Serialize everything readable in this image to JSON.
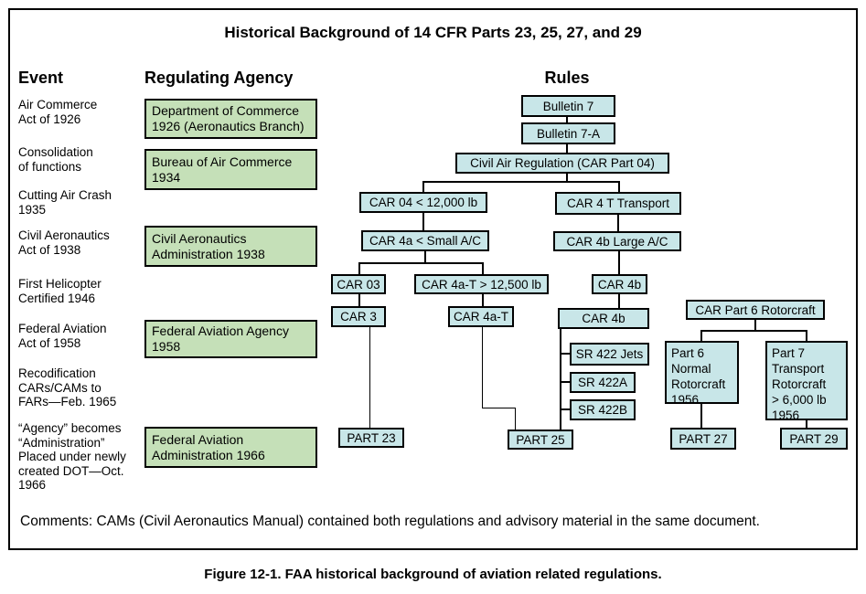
{
  "title": "Historical Background of 14 CFR Parts 23, 25, 27, and 29",
  "headers": {
    "event": "Event",
    "agency": "Regulating Agency",
    "rules": "Rules"
  },
  "events": [
    "Air Commerce\nAct of 1926",
    "Consolidation\nof functions",
    "Cutting Air Crash\n1935",
    "Civil Aeronautics\nAct of 1938",
    "First Helicopter\nCertified 1946",
    "Federal Aviation\nAct of 1958",
    "Recodification\nCARs/CAMs to\nFARs—Feb. 1965",
    "“Agency” becomes\n“Administration”\nPlaced under newly\ncreated DOT—Oct.\n1966"
  ],
  "agencies": [
    "Department of Commerce\n1926 (Aeronautics Branch)",
    "Bureau of Air Commerce\n1934",
    "Civil Aeronautics\nAdministration 1938",
    "Federal Aviation Agency\n1958",
    "Federal Aviation\nAdministration 1966"
  ],
  "flow": {
    "bulletin7": "Bulletin 7",
    "bulletin7a": "Bulletin 7-A",
    "car_part04": "Civil Air Regulation (CAR Part 04)",
    "car04_lt12000": "CAR 04 < 12,000 lb",
    "car4t_transport": "CAR 4 T Transport",
    "car4a_small": "CAR 4a < Small A/C",
    "car4b_large": "CAR 4b Large A/C",
    "car03": "CAR 03",
    "car4at_gt12500": "CAR 4a-T > 12,500 lb",
    "car4b_mid": "CAR 4b",
    "car3": "CAR 3",
    "car4at": "CAR 4a-T",
    "car4b_wide": "CAR 4b",
    "sr422jets": "SR 422 Jets",
    "sr422a": "SR 422A",
    "sr422b": "SR 422B",
    "car_part6_rotorcraft": "CAR Part 6 Rotorcraft",
    "part6_normal": "Part 6\nNormal\nRotorcraft\n1956",
    "part7_transport": "Part 7\nTransport\nRotorcraft\n> 6,000 lb\n1956",
    "part23": "PART 23",
    "part25": "PART 25",
    "part27": "PART 27",
    "part29": "PART 29"
  },
  "comments": "Comments: CAMs (Civil Aeronautics Manual) contained both regulations and advisory material in the same document.",
  "caption": "Figure 12-1. FAA historical background of aviation related regulations.",
  "colors": {
    "rule_box_fill": "#c8e6e8",
    "agency_box_fill": "#c5e0b8",
    "line": "#000000"
  }
}
